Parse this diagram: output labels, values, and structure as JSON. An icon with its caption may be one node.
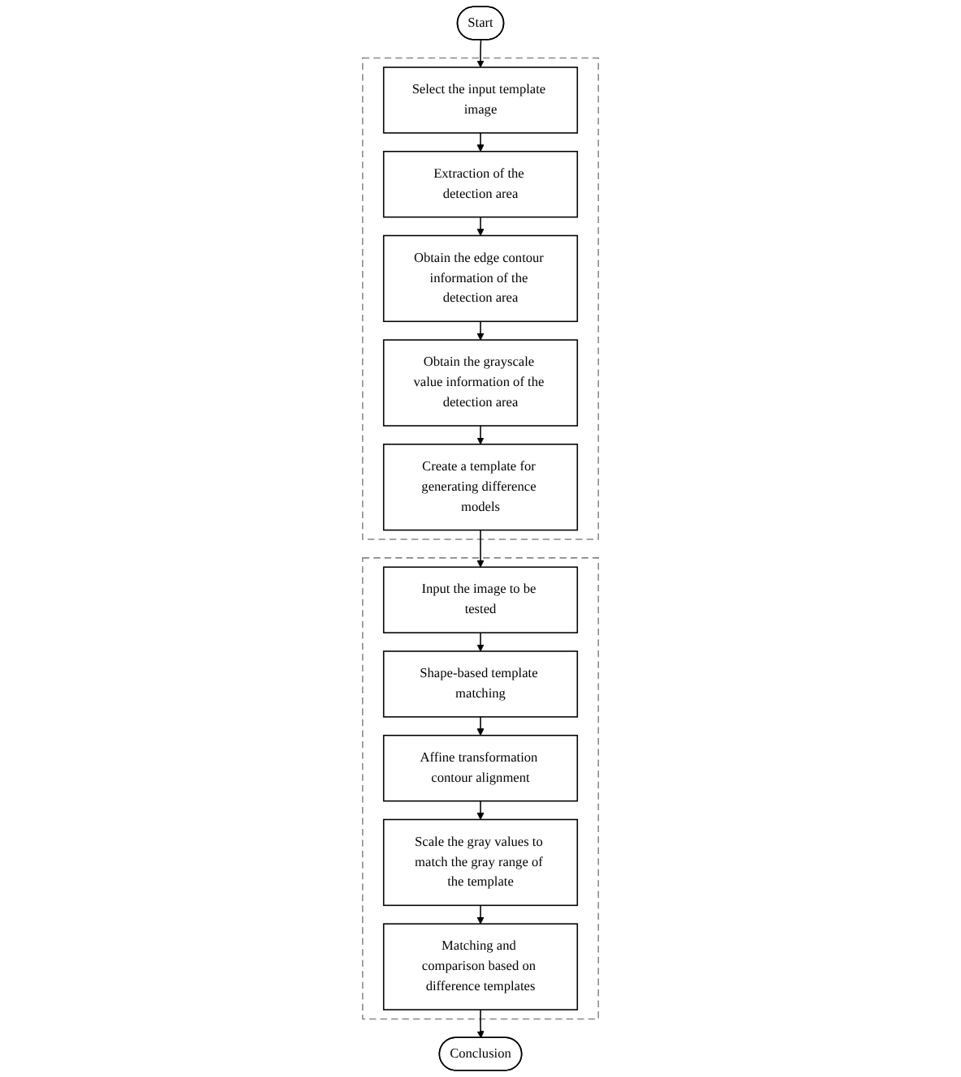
{
  "diagram": {
    "nodes": [
      {
        "text": [
          "Start"
        ]
      },
      {
        "text": [],
        "shape": "box"
      },
      {
        "text": [
          "Select the input template image"
        ],
        "in": 1
      },
      {
        "text": [
          "Extraction of the detection area"
        ],
        "in": 1
      },
      {
        "text": [
          "Obtain the edge contour information of the detection area"
        ],
        "in": 1
      },
      {
        "text": [
          "Obtain the grayscale value information of the detection area"
        ],
        "in": 1
      },
      {
        "text": [
          "Create a template for generating difference models"
        ],
        "in": 1
      },
      {
        "text": [],
        "shape": "box"
      },
      {
        "text": [
          "Input the image to be tested"
        ],
        "in": 7
      },
      {
        "text": [
          "Shape-based template matching"
        ],
        "in": 7
      },
      {
        "text": [
          "Affine transformation contour alignment"
        ],
        "in": 7
      },
      {
        "text": [
          "Scale the gray values to match the gray range of the template"
        ],
        "in": 7
      },
      {
        "text": [
          "Matching and comparison based on difference templates"
        ],
        "in": 7
      },
      {
        "text": [
          "Conclusion"
        ]
      }
    ],
    "edges": [
      {
        "from": 0,
        "to": 2,
        "arrow": "to"
      },
      {
        "from": 2,
        "to": 3,
        "arrow": "to"
      },
      {
        "from": 3,
        "to": 4,
        "arrow": "to"
      },
      {
        "from": 4,
        "to": 5,
        "arrow": "to"
      },
      {
        "from": 5,
        "to": 6,
        "arrow": "to"
      },
      {
        "from": 6,
        "to": 8,
        "arrow": "to"
      },
      {
        "from": 8,
        "to": 9,
        "arrow": "to"
      },
      {
        "from": 9,
        "to": 10,
        "arrow": "to"
      },
      {
        "from": 10,
        "to": 11,
        "arrow": "to"
      },
      {
        "from": 11,
        "to": 12,
        "arrow": "to"
      },
      {
        "from": 12,
        "to": 13,
        "arrow": "to"
      }
    ]
  }
}
